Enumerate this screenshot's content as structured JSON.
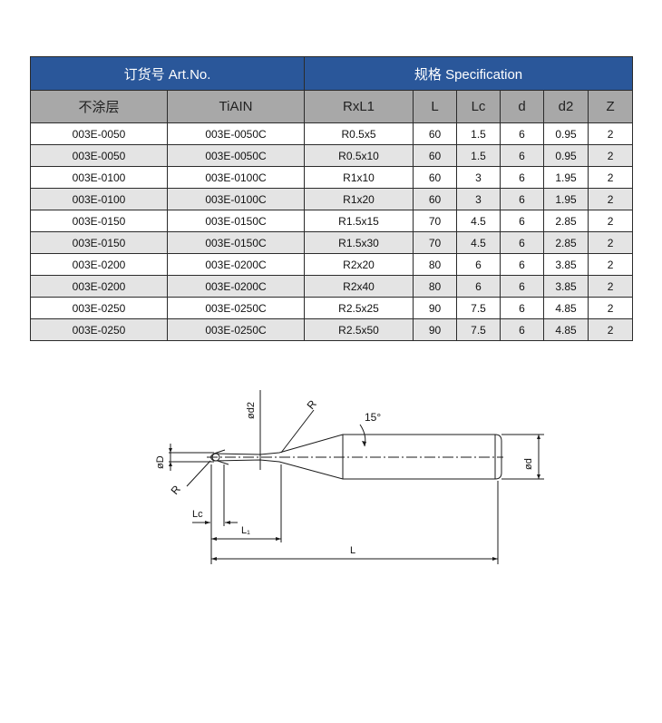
{
  "table": {
    "group_headers": [
      "订货号 Art.No.",
      "规格 Specification"
    ],
    "columns": [
      "不涂层",
      "TiAIN",
      "RxL1",
      "L",
      "Lc",
      "d",
      "d2",
      "Z"
    ],
    "rows": [
      [
        "003E-0050",
        "003E-0050C",
        "R0.5x5",
        "60",
        "1.5",
        "6",
        "0.95",
        "2"
      ],
      [
        "003E-0050",
        "003E-0050C",
        "R0.5x10",
        "60",
        "1.5",
        "6",
        "0.95",
        "2"
      ],
      [
        "003E-0100",
        "003E-0100C",
        "R1x10",
        "60",
        "3",
        "6",
        "1.95",
        "2"
      ],
      [
        "003E-0100",
        "003E-0100C",
        "R1x20",
        "60",
        "3",
        "6",
        "1.95",
        "2"
      ],
      [
        "003E-0150",
        "003E-0150C",
        "R1.5x15",
        "70",
        "4.5",
        "6",
        "2.85",
        "2"
      ],
      [
        "003E-0150",
        "003E-0150C",
        "R1.5x30",
        "70",
        "4.5",
        "6",
        "2.85",
        "2"
      ],
      [
        "003E-0200",
        "003E-0200C",
        "R2x20",
        "80",
        "6",
        "6",
        "3.85",
        "2"
      ],
      [
        "003E-0200",
        "003E-0200C",
        "R2x40",
        "80",
        "6",
        "6",
        "3.85",
        "2"
      ],
      [
        "003E-0250",
        "003E-0250C",
        "R2.5x25",
        "90",
        "7.5",
        "6",
        "4.85",
        "2"
      ],
      [
        "003E-0250",
        "003E-0250C",
        "R2.5x50",
        "90",
        "7.5",
        "6",
        "4.85",
        "2"
      ]
    ]
  },
  "drawing": {
    "labels": {
      "d2": "ød2",
      "r_top": "R",
      "angle": "15°",
      "D": "øD",
      "r_bottom": "R",
      "d": "ød",
      "lc": "Lc",
      "l1": "L₁",
      "l": "L"
    }
  },
  "colors": {
    "group_header_bg": "#2a579a",
    "column_header_bg": "#a8a8a8",
    "row_alt_bg": "#e4e4e4"
  }
}
